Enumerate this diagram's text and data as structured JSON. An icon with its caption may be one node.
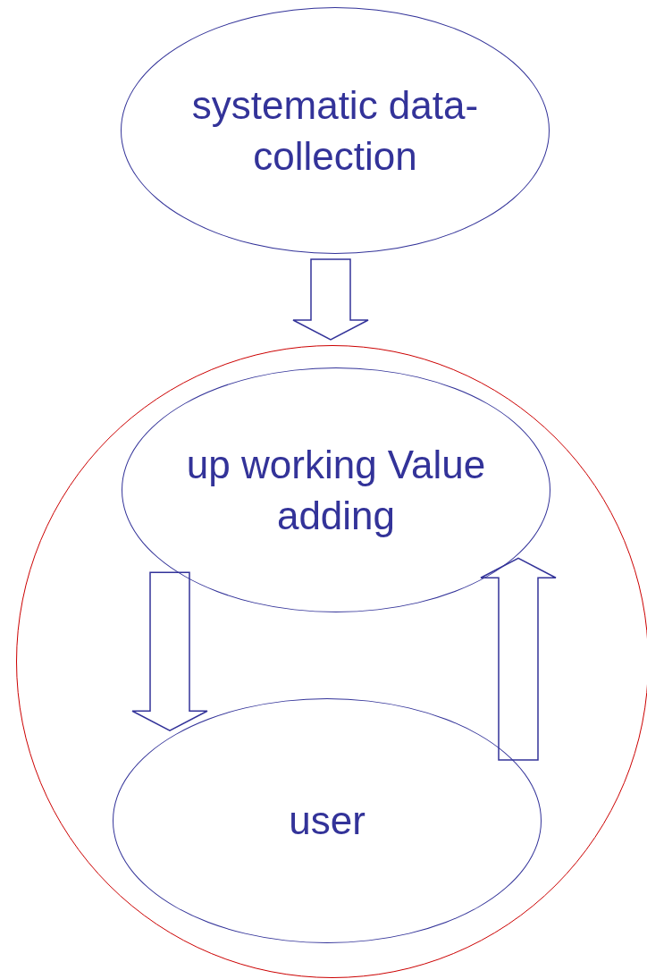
{
  "diagram": {
    "nodes": [
      {
        "text": [
          "systematic data-collection"
        ]
      },
      {
        "text": [],
        "shape": "circle"
      },
      {
        "text": [
          "up working Value adding"
        ],
        "in": 1
      },
      {
        "text": [
          "user"
        ],
        "in": 1
      }
    ],
    "edges": [
      {
        "from": 0,
        "to": 1,
        "arrow": "to"
      },
      {
        "from": 2,
        "to": 3,
        "arrow": "to"
      },
      {
        "from": 3,
        "to": 2,
        "arrow": "to"
      }
    ]
  }
}
